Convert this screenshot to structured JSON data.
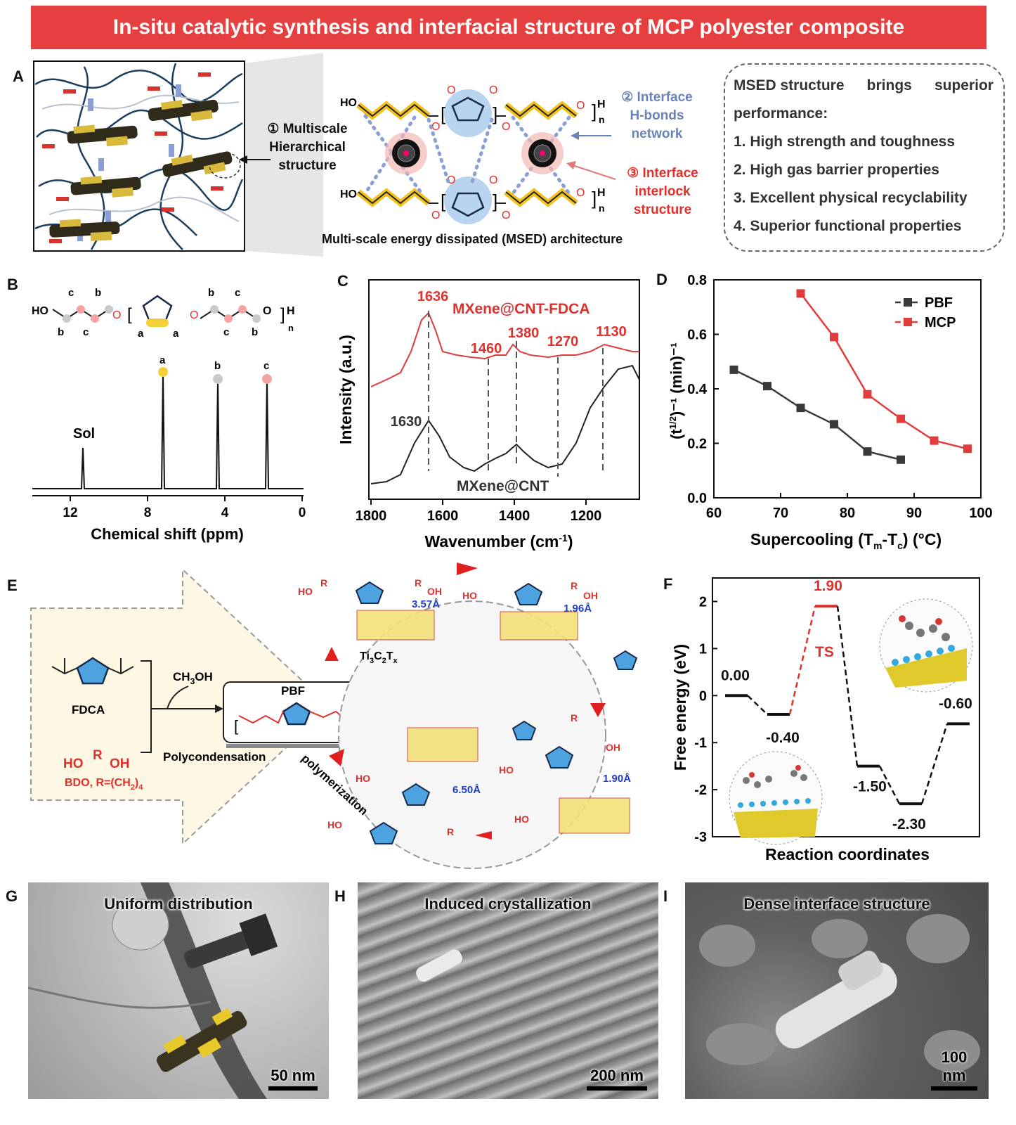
{
  "title": "In-situ catalytic synthesis and interfacial structure of MCP polyester composite",
  "colors": {
    "banner": "#e53f3f",
    "red": "#e0302c",
    "blue": "#6b82b9",
    "mcp_line": "#e23b3b",
    "pbf_line": "#3a3a3a",
    "gold": "#e0b800"
  },
  "panel_labels": {
    "A": "A",
    "B": "B",
    "C": "C",
    "D": "D",
    "E": "E",
    "F": "F",
    "G": "G",
    "H": "H",
    "I": "I"
  },
  "panelA": {
    "hierarchical": [
      "① Multiscale",
      "Hierarchical",
      "structure"
    ],
    "hbonds": [
      "② Interface",
      "H-bonds",
      "network"
    ],
    "interlock": [
      "③ Interface",
      "interlock",
      "structure"
    ],
    "architecture": "Multi-scale energy dissipated (MSED) architecture",
    "ho": "HO",
    "h": "H",
    "n": "n",
    "msed_box": {
      "line1": [
        "MSED structure",
        "brings",
        "superior"
      ],
      "line2": "performance:",
      "items": [
        "1.  High strength and toughness",
        "2.  High gas barrier properties",
        "3.  Excellent physical recyclability",
        "4.  Superior functional properties"
      ]
    }
  },
  "panelB": {
    "xlabel": "Chemical shift (ppm)",
    "ticks": [
      "12",
      "8",
      "4",
      "0"
    ],
    "peak_labels": [
      "Sol",
      "a",
      "b",
      "c"
    ],
    "chem_letters": [
      "b",
      "c",
      "b",
      "c",
      "a",
      "a",
      "b",
      "c",
      "c",
      "b"
    ],
    "ho": "HO",
    "h": "H",
    "n": "n"
  },
  "panelC": {
    "xlabel": "Wavenumber (cm",
    "xlabel_sup": "-1",
    "xlabel_end": ")",
    "ylabel": "Intensity (a.u.)",
    "ticks": [
      "1800",
      "1600",
      "1400",
      "1200"
    ],
    "series_top": "MXene@CNT-FDCA",
    "series_bottom": "MXene@CNT",
    "peaks_top": [
      "1636",
      "1460",
      "1380",
      "1270",
      "1130"
    ],
    "peak_bottom": "1630"
  },
  "chart_data": {
    "type": "line",
    "x": [
      63,
      68,
      73,
      78,
      83,
      88,
      93,
      98
    ],
    "series": [
      {
        "name": "PBF",
        "x": [
          63,
          68,
          73,
          78,
          83,
          88
        ],
        "values": [
          0.47,
          0.41,
          0.33,
          0.27,
          0.17,
          0.14
        ]
      },
      {
        "name": "MCP",
        "x": [
          73,
          78,
          83,
          88,
          93,
          98
        ],
        "values": [
          0.75,
          0.59,
          0.38,
          0.29,
          0.21,
          0.18
        ]
      }
    ],
    "xlabel": "Supercooling (T",
    "xlabel_sub": "m",
    "xlabel_mid": "-T",
    "xlabel_sub2": "c",
    "xlabel_end": ") (°C)",
    "ylabel": "(t",
    "ylabel_sup": "1/2",
    "ylabel_end": ")⁻¹ (min)⁻¹",
    "xlim": [
      60,
      100
    ],
    "ylim": [
      0.0,
      0.8
    ],
    "xticks": [
      "60",
      "70",
      "80",
      "90",
      "100"
    ],
    "yticks": [
      "0.0",
      "0.2",
      "0.4",
      "0.6",
      "0.8"
    ],
    "legend": "top-right",
    "legend_entries": [
      "PBF",
      "MCP"
    ]
  },
  "panelE": {
    "fdca": "FDCA",
    "methanol": "CH",
    "methanol_sub": "3",
    "methanol_end": "OH",
    "pbf": "PBF",
    "polycondensation": "Polycondensation",
    "ho_r_oh": "HO",
    "r": "R",
    "oh": "OH",
    "bdo": "BDO,  R=(CH",
    "bdo_sub": "2",
    "bdo_end": ")",
    "bdo_sub2": "4",
    "ti": "Ti",
    "ti_sub": "3",
    "ti_c": "C",
    "ti_sub2": "2",
    "ti_t": "T",
    "ti_sub3": "x",
    "polymerization": "polymerization",
    "distances": [
      "3.57Å",
      "1.96Å",
      "1.90Å",
      "6.50Å"
    ],
    "ho_labels": [
      "HO",
      "HO",
      "HO",
      "HO",
      "HO",
      "HO"
    ],
    "r_labels": [
      "R",
      "R",
      "R",
      "R",
      "R"
    ],
    "oh_labels": [
      "OH",
      "OH",
      "OH"
    ]
  },
  "panelF": {
    "ylabel": "Free energy (eV)",
    "xlabel": "Reaction coordinates",
    "ts_label": "TS",
    "ts_value": "1.90",
    "yticks": [
      "2",
      "1",
      "0",
      "-1",
      "-2",
      "-3"
    ],
    "states": [
      {
        "label": "0.00",
        "value": 0.0
      },
      {
        "label": "-0.40",
        "value": -0.4
      },
      {
        "label": "1.90",
        "value": 1.9
      },
      {
        "label": "-1.50",
        "value": -1.5
      },
      {
        "label": "-2.30",
        "value": -2.3
      },
      {
        "label": "-0.60",
        "value": -0.6
      }
    ]
  },
  "panelG": {
    "caption": "Uniform distribution",
    "scale": "50 nm"
  },
  "panelH": {
    "caption": "Induced crystallization",
    "scale": "200 nm"
  },
  "panelI": {
    "caption": "Dense interface structure",
    "scale": "100 nm"
  }
}
